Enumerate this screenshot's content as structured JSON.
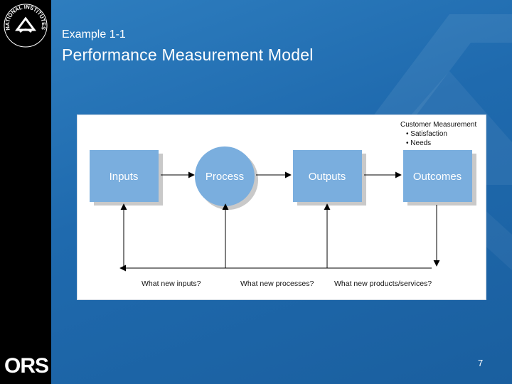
{
  "header": {
    "subtitle": "Example 1-1",
    "title": "Performance Measurement Model"
  },
  "sidebar": {
    "seal_text": "NATIONAL INSTITUTES OF HEALTH",
    "logo_text": "ORS"
  },
  "diagram": {
    "nodes": {
      "inputs": "Inputs",
      "process": "Process",
      "outputs": "Outputs",
      "outcomes": "Outcomes"
    },
    "customer_measurement": {
      "title": "Customer Measurement",
      "items": [
        "• Satisfaction",
        "• Needs"
      ]
    },
    "feedback": {
      "inputs": "What new inputs?",
      "processes": "What new processes?",
      "products": "What new products/services?"
    },
    "colors": {
      "node_fill": "#7aaede",
      "node_text": "#ffffff",
      "shadow": "#c9c9c9"
    }
  },
  "footer": {
    "slide_number": "7"
  }
}
